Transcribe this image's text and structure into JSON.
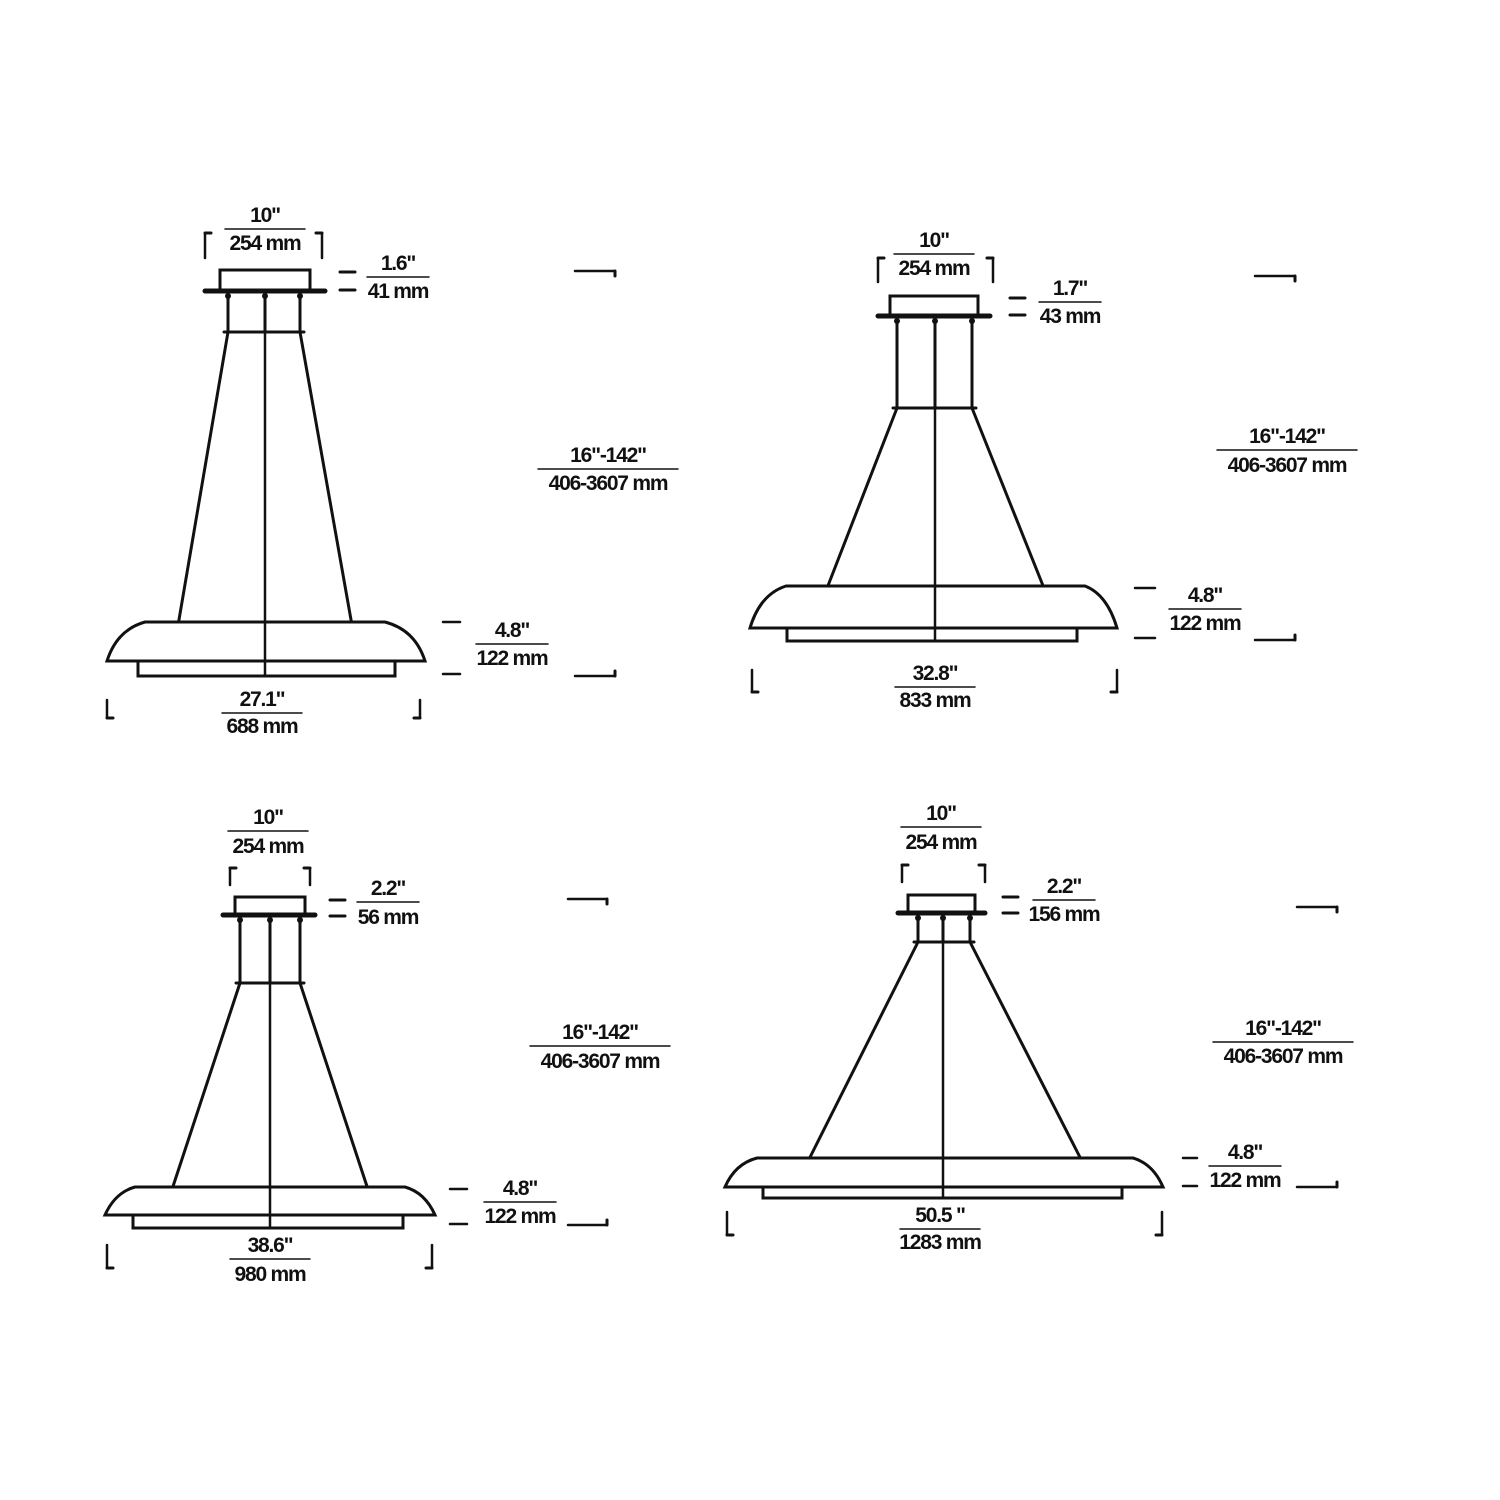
{
  "colors": {
    "line": "#111111",
    "background": "#ffffff"
  },
  "fixtures": [
    {
      "canopy_width": {
        "in": "10\"",
        "mm": "254 mm"
      },
      "canopy_height": {
        "in": "1.6\"",
        "mm": "41 mm"
      },
      "overall_height": {
        "in": "16\"-142\"",
        "mm": "406-3607 mm"
      },
      "shade_height": {
        "in": "4.8\"",
        "mm": "122 mm"
      },
      "diameter": {
        "in": "27.1\"",
        "mm": "688 mm"
      }
    },
    {
      "canopy_width": {
        "in": "10\"",
        "mm": "254 mm"
      },
      "canopy_height": {
        "in": "1.7\"",
        "mm": "43 mm"
      },
      "overall_height": {
        "in": "16\"-142\"",
        "mm": "406-3607 mm"
      },
      "shade_height": {
        "in": "4.8\"",
        "mm": "122 mm"
      },
      "diameter": {
        "in": "32.8\"",
        "mm": "833 mm"
      }
    },
    {
      "canopy_width": {
        "in": "10\"",
        "mm": "254 mm"
      },
      "canopy_height": {
        "in": "2.2\"",
        "mm": "56 mm"
      },
      "overall_height": {
        "in": "16\"-142\"",
        "mm": "406-3607 mm"
      },
      "shade_height": {
        "in": "4.8\"",
        "mm": "122 mm"
      },
      "diameter": {
        "in": "38.6\"",
        "mm": "980 mm"
      }
    },
    {
      "canopy_width": {
        "in": "10\"",
        "mm": "254 mm"
      },
      "canopy_height": {
        "in": "2.2\"",
        "mm": "156 mm"
      },
      "overall_height": {
        "in": "16\"-142\"",
        "mm": "406-3607 mm"
      },
      "shade_height": {
        "in": "4.8\"",
        "mm": "122 mm"
      },
      "diameter": {
        "in": "50.5 \"",
        "mm": "1283 mm"
      }
    }
  ]
}
